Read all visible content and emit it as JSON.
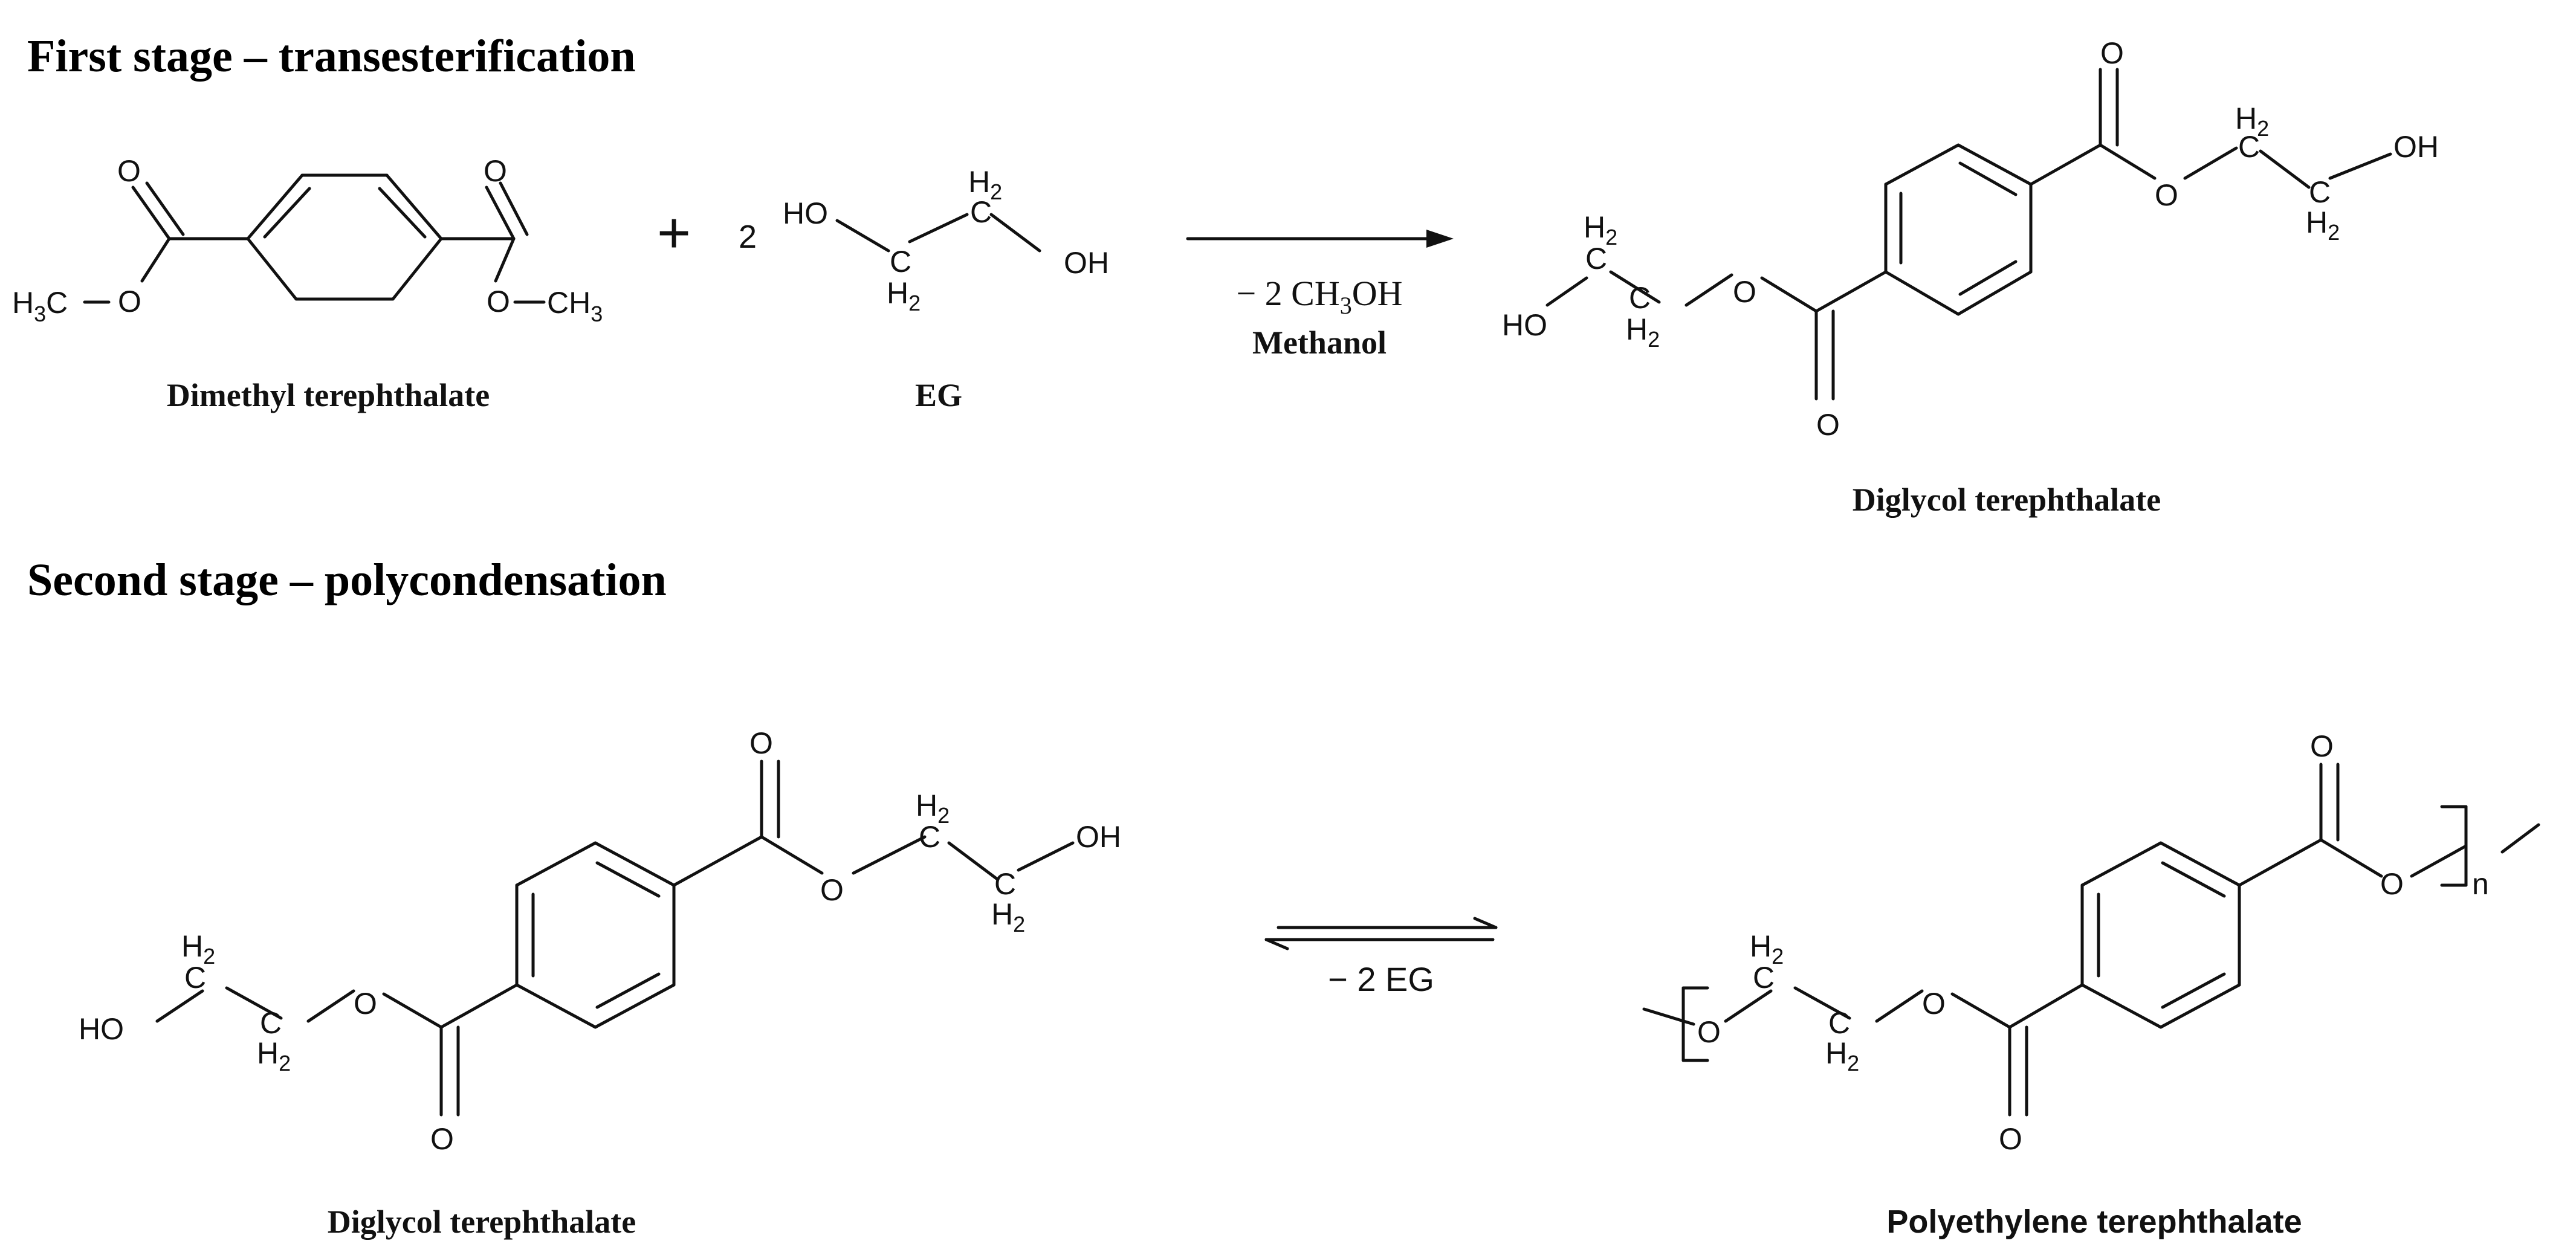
{
  "stage1": {
    "heading": "First stage – transesterification",
    "reactant1_name": "Dimethyl terephthalate",
    "plus": "+",
    "coefficient": "2",
    "reactant2_name": "EG",
    "byproduct_prefix": "− 2 CH",
    "byproduct_sub": "3",
    "byproduct_suffix": "OH",
    "byproduct_name": "Methanol",
    "product_name": "Diglycol terephthalate"
  },
  "stage2": {
    "heading": "Second stage – polycondensation",
    "reactant_name": "Diglycol terephthalate",
    "byproduct": "− 2 EG",
    "product_name": "Polyethylene terephthalate",
    "repeat_subscript": "n"
  },
  "atoms": {
    "O": "O",
    "HO": "HO",
    "OH": "OH",
    "H3C_main": "H",
    "H3C_sub": "3",
    "H3C_tail": "C",
    "CH3_main": "CH",
    "CH3_sub": "3",
    "CH2_C": "C",
    "CH2_H": "H",
    "CH2_sub": "2"
  }
}
